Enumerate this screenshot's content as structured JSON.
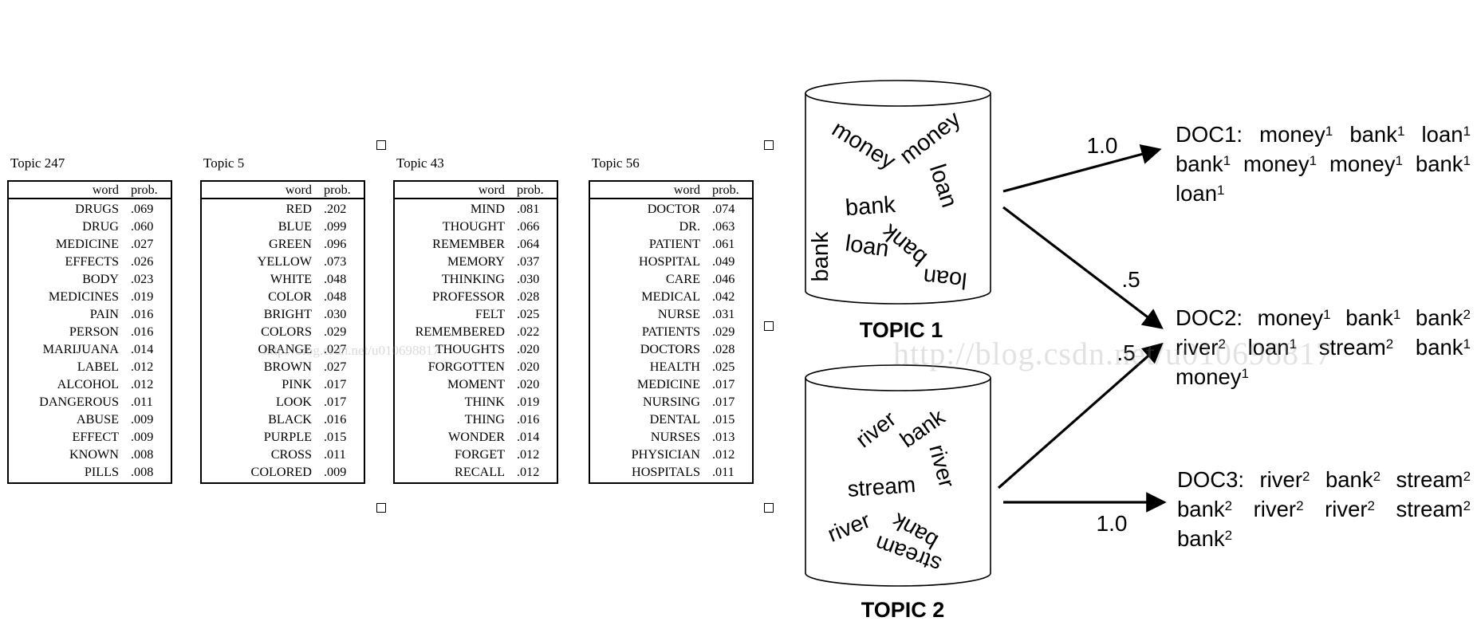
{
  "tables": [
    {
      "title": "Topic 247",
      "header": {
        "word": "word",
        "prob": "prob."
      },
      "rows": [
        [
          "DRUGS",
          ".069"
        ],
        [
          "DRUG",
          ".060"
        ],
        [
          "MEDICINE",
          ".027"
        ],
        [
          "EFFECTS",
          ".026"
        ],
        [
          "BODY",
          ".023"
        ],
        [
          "MEDICINES",
          ".019"
        ],
        [
          "PAIN",
          ".016"
        ],
        [
          "PERSON",
          ".016"
        ],
        [
          "MARIJUANA",
          ".014"
        ],
        [
          "LABEL",
          ".012"
        ],
        [
          "ALCOHOL",
          ".012"
        ],
        [
          "DANGEROUS",
          ".011"
        ],
        [
          "ABUSE",
          ".009"
        ],
        [
          "EFFECT",
          ".009"
        ],
        [
          "KNOWN",
          ".008"
        ],
        [
          "PILLS",
          ".008"
        ]
      ]
    },
    {
      "title": "Topic 5",
      "header": {
        "word": "word",
        "prob": "prob."
      },
      "rows": [
        [
          "RED",
          ".202"
        ],
        [
          "BLUE",
          ".099"
        ],
        [
          "GREEN",
          ".096"
        ],
        [
          "YELLOW",
          ".073"
        ],
        [
          "WHITE",
          ".048"
        ],
        [
          "COLOR",
          ".048"
        ],
        [
          "BRIGHT",
          ".030"
        ],
        [
          "COLORS",
          ".029"
        ],
        [
          "ORANGE",
          ".027"
        ],
        [
          "BROWN",
          ".027"
        ],
        [
          "PINK",
          ".017"
        ],
        [
          "LOOK",
          ".017"
        ],
        [
          "BLACK",
          ".016"
        ],
        [
          "PURPLE",
          ".015"
        ],
        [
          "CROSS",
          ".011"
        ],
        [
          "COLORED",
          ".009"
        ]
      ]
    },
    {
      "title": "Topic 43",
      "header": {
        "word": "word",
        "prob": "prob."
      },
      "rows": [
        [
          "MIND",
          ".081"
        ],
        [
          "THOUGHT",
          ".066"
        ],
        [
          "REMEMBER",
          ".064"
        ],
        [
          "MEMORY",
          ".037"
        ],
        [
          "THINKING",
          ".030"
        ],
        [
          "PROFESSOR",
          ".028"
        ],
        [
          "FELT",
          ".025"
        ],
        [
          "REMEMBERED",
          ".022"
        ],
        [
          "THOUGHTS",
          ".020"
        ],
        [
          "FORGOTTEN",
          ".020"
        ],
        [
          "MOMENT",
          ".020"
        ],
        [
          "THINK",
          ".019"
        ],
        [
          "THING",
          ".016"
        ],
        [
          "WONDER",
          ".014"
        ],
        [
          "FORGET",
          ".012"
        ],
        [
          "RECALL",
          ".012"
        ]
      ]
    },
    {
      "title": "Topic 56",
      "header": {
        "word": "word",
        "prob": "prob."
      },
      "rows": [
        [
          "DOCTOR",
          ".074"
        ],
        [
          "DR.",
          ".063"
        ],
        [
          "PATIENT",
          ".061"
        ],
        [
          "HOSPITAL",
          ".049"
        ],
        [
          "CARE",
          ".046"
        ],
        [
          "MEDICAL",
          ".042"
        ],
        [
          "NURSE",
          ".031"
        ],
        [
          "PATIENTS",
          ".029"
        ],
        [
          "DOCTORS",
          ".028"
        ],
        [
          "HEALTH",
          ".025"
        ],
        [
          "MEDICINE",
          ".017"
        ],
        [
          "NURSING",
          ".017"
        ],
        [
          "DENTAL",
          ".015"
        ],
        [
          "NURSES",
          ".013"
        ],
        [
          "PHYSICIAN",
          ".012"
        ],
        [
          "HOSPITALS",
          ".011"
        ]
      ]
    }
  ],
  "topics": {
    "topic1": {
      "label": "TOPIC 1",
      "words": [
        "money",
        "money",
        "loan",
        "bank",
        "bank",
        "loan",
        "bank",
        "loan"
      ]
    },
    "topic2": {
      "label": "TOPIC 2",
      "words": [
        "river",
        "bank",
        "river",
        "stream",
        "river",
        "bank",
        "stream"
      ]
    }
  },
  "edges": {
    "t1_doc1": "1.0",
    "t1_doc2": ".5",
    "t2_doc2": ".5",
    "t2_doc3": "1.0"
  },
  "docs": {
    "doc1": {
      "label": "DOC1:",
      "tokens": [
        [
          "money",
          "1"
        ],
        [
          "bank",
          "1"
        ],
        [
          "loan",
          "1"
        ],
        [
          "bank",
          "1"
        ],
        [
          "money",
          "1"
        ],
        [
          "money",
          "1"
        ],
        [
          "bank",
          "1"
        ],
        [
          "loan",
          "1"
        ]
      ]
    },
    "doc2": {
      "label": "DOC2:",
      "tokens": [
        [
          "money",
          "1"
        ],
        [
          "bank",
          "1"
        ],
        [
          "bank",
          "2"
        ],
        [
          "river",
          "2"
        ],
        [
          "loan",
          "1"
        ],
        [
          "stream",
          "2"
        ],
        [
          "bank",
          "1"
        ],
        [
          "money",
          "1"
        ]
      ]
    },
    "doc3": {
      "label": "DOC3:",
      "tokens": [
        [
          "river",
          "2"
        ],
        [
          "bank",
          "2"
        ],
        [
          "stream",
          "2"
        ],
        [
          "bank",
          "2"
        ],
        [
          "river",
          "2"
        ],
        [
          "river",
          "2"
        ],
        [
          "stream",
          "2"
        ],
        [
          "bank",
          "2"
        ]
      ]
    }
  },
  "watermark": "http://blog.csdn.net/u010698817",
  "watermark_small": "http://blog.csdn.net/u010698817"
}
